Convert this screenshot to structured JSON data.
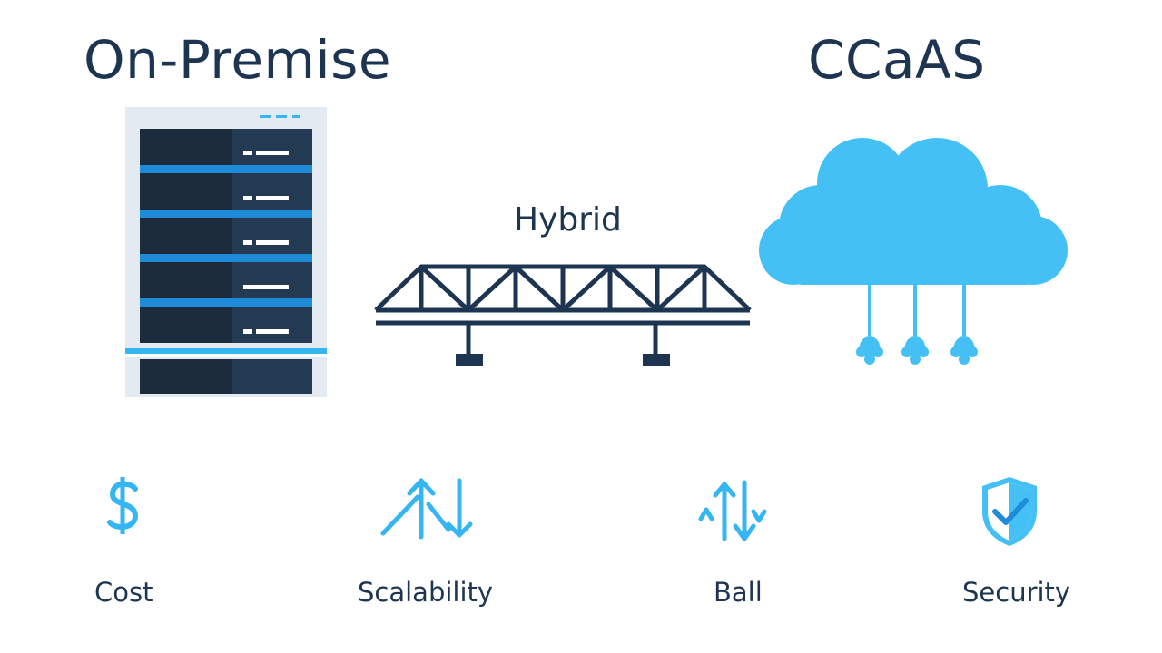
{
  "titles": {
    "left": "On-Premise",
    "right": "CCaAS",
    "middle": "Hybrid"
  },
  "features": [
    {
      "label": "Cost",
      "icon": "dollar-icon"
    },
    {
      "label": "Scalability",
      "icon": "scalability-arrows-icon"
    },
    {
      "label": "Ball",
      "icon": "up-down-arrows-icon"
    },
    {
      "label": "Security",
      "icon": "shield-check-icon"
    }
  ],
  "colors": {
    "navy": "#1d3550",
    "accent": "#35b5f2",
    "rack_dark": "#1c2c3c",
    "rack_blue": "#1f8ad8"
  }
}
